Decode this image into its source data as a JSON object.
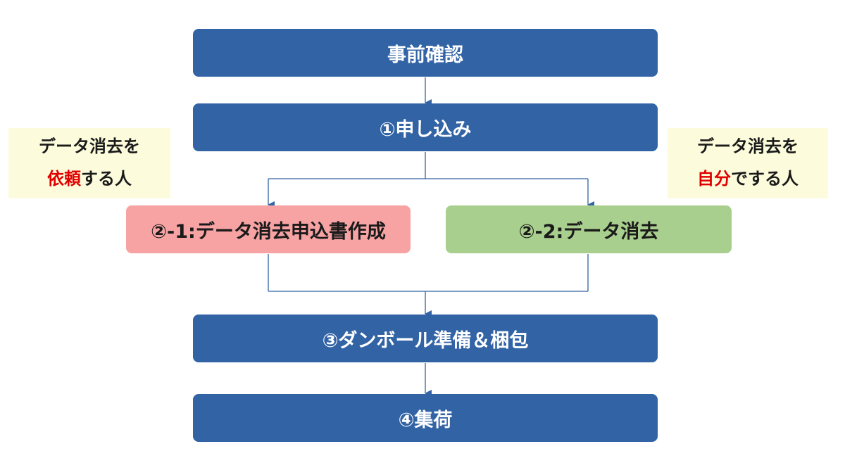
{
  "steps": {
    "confirm": "事前確認",
    "apply": "①申し込み",
    "step_2_1": "②-1:データ消去申込書作成",
    "step_2_2": "②-2:データ消去",
    "pack": "③ダンボール準備＆梱包",
    "pickup": "④集荷"
  },
  "notes": {
    "left": {
      "line1": "データ消去を",
      "highlight": "依頼",
      "rest": "する人"
    },
    "right": {
      "line1": "データ消去を",
      "highlight": "自分",
      "rest": "でする人"
    }
  },
  "colors": {
    "main_box": "#3163a5",
    "box_2_1": "#f7a3a4",
    "box_2_2": "#a9cf8e",
    "note_bg": "#fcfcdc",
    "highlight": "#e00000",
    "connector": "#3163a5"
  }
}
